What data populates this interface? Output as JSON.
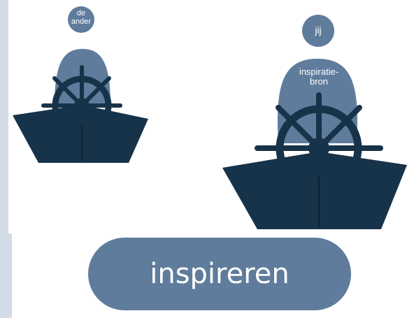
{
  "figure": {
    "left_person_label": "de ander",
    "left_person_label_lines": [
      "de",
      "ander"
    ],
    "right_person_label": "jij",
    "right_body_label_lines": [
      "inspiratie-",
      "bron"
    ],
    "button_label": "inspireren"
  },
  "colors": {
    "page_background": "#d2dbe6",
    "figure_blue": "#5f7c9c",
    "ship_navy": "#17334a",
    "wheel_navy": "#17334a",
    "pill_blue": "#5f7c9c",
    "text_white": "#ffffff"
  }
}
